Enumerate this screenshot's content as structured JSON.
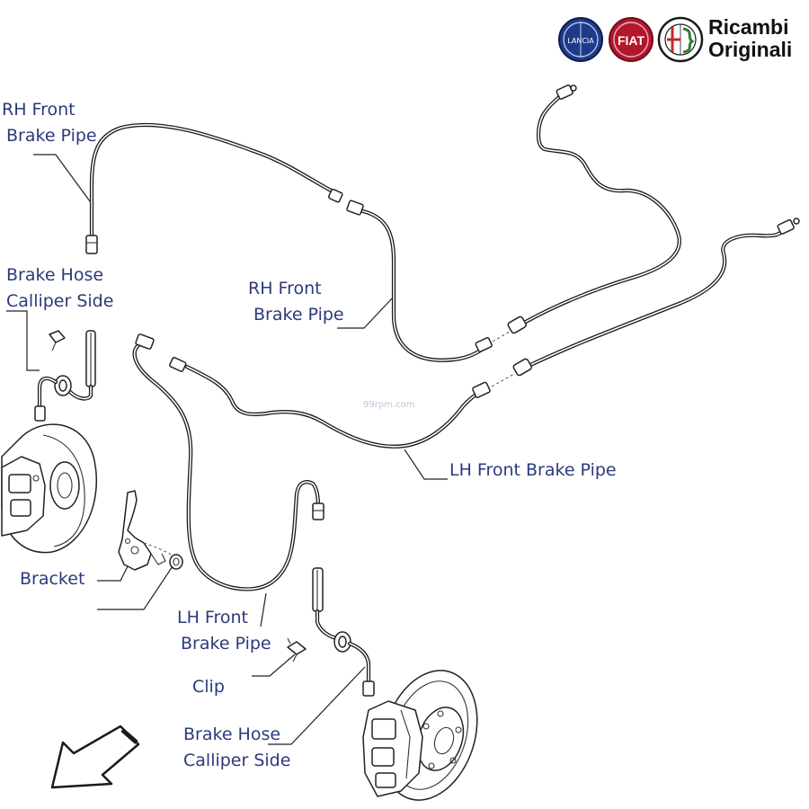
{
  "brand": {
    "logos": [
      "lancia-logo",
      "fiat-logo",
      "alfa-romeo-logo"
    ],
    "logo_lettering": [
      "LANCIA",
      "FIAT"
    ],
    "title_line1": "Ricambi",
    "title_line2": "Originali"
  },
  "watermark": "99rpm.com",
  "labels": {
    "rh_front_brake_pipe_upper": [
      "RH Front",
      "Brake Pipe"
    ],
    "brake_hose_calliper_side_left": [
      "Brake Hose",
      "Calliper Side"
    ],
    "rh_front_brake_pipe_middle": [
      "RH Front",
      "Brake Pipe"
    ],
    "lh_front_brake_pipe_right": [
      "LH Front Brake Pipe"
    ],
    "bracket": [
      "Bracket"
    ],
    "lh_front_brake_pipe_lower": [
      "LH Front",
      "Brake Pipe"
    ],
    "clip": [
      "Clip"
    ],
    "brake_hose_calliper_side_bottom": [
      "Brake Hose",
      "Calliper Side"
    ]
  },
  "colors": {
    "label_text": "#2c3a7a",
    "line_art": "#1a1a1a",
    "lancia": "#1f3a8a",
    "fiat": "#b3172b",
    "alfa_green": "#2e7d32",
    "alfa_red": "#c62828"
  },
  "icons": {
    "direction_arrow": "arrow-down-left-icon"
  }
}
